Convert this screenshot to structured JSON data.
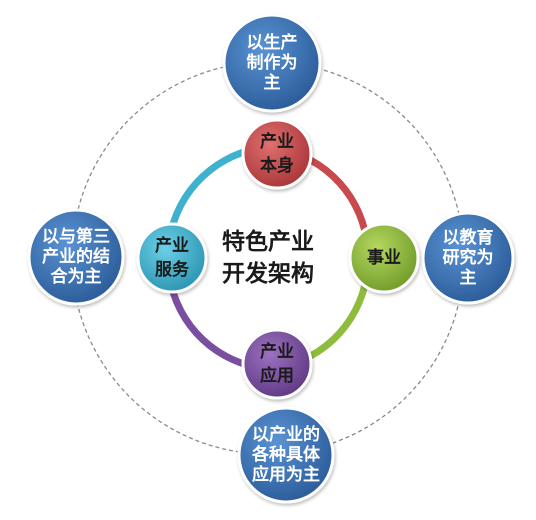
{
  "center": {
    "title": "特色产业\n开发架构"
  },
  "inner_nodes": {
    "top": {
      "label": "产业\n本身",
      "color": "#c94a4d"
    },
    "right": {
      "label": "事业",
      "color": "#8fbc3d"
    },
    "bottom": {
      "label": "产业\n应用",
      "color": "#7b4fa0"
    },
    "left": {
      "label": "产业\n服务",
      "color": "#3eb1cf"
    }
  },
  "outer_nodes": {
    "top": {
      "label": "以生产\n制作为\n主"
    },
    "right": {
      "label": "以教育\n研究为\n主"
    },
    "bottom": {
      "label": "以产业的\n各种具体\n应用为主"
    },
    "left": {
      "label": "以与第三\n产业的结\n合为主"
    }
  },
  "colors": {
    "outer_node": "#3a74bb",
    "outer_node_dark": "#2a5a97",
    "outer_ring": "#8a8a8a"
  }
}
